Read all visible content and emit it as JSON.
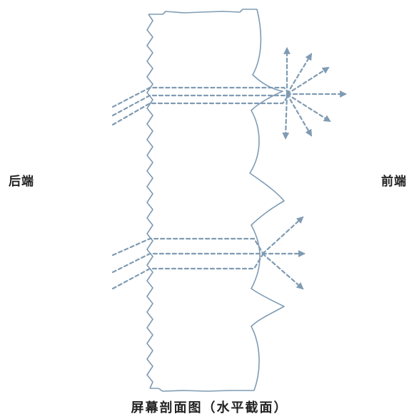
{
  "labels": {
    "rear": "后端",
    "front": "前端"
  },
  "caption": "屏幕剖面图（水平截面）",
  "colors": {
    "outline": "#7f9bb3",
    "ray": "#7f9bb3",
    "text": "#222222"
  }
}
